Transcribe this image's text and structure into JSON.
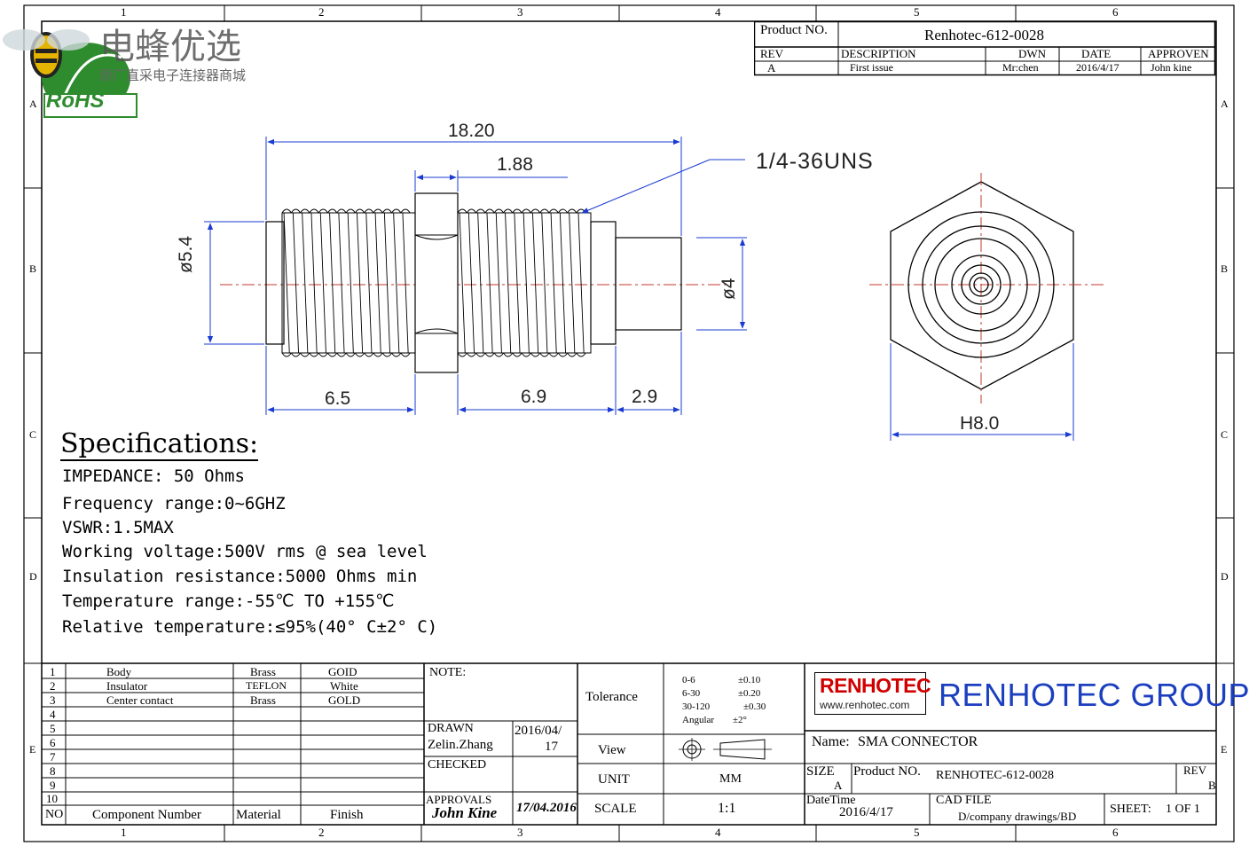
{
  "watermark": {
    "brand_cn": "电蜂优选",
    "subtitle_cn": "原厂直采电子连接器商城",
    "rohs": "RoHS"
  },
  "frame": {
    "col_labels": [
      "1",
      "2",
      "3",
      "4",
      "5",
      "6"
    ],
    "row_labels": [
      "A",
      "B",
      "C",
      "D",
      "E"
    ]
  },
  "title_block_top": {
    "product_no_label": "Product NO.",
    "product_no": "Renhotec-612-0028",
    "headers": [
      "REV",
      "DESCRIPTION",
      "DWN",
      "DATE",
      "APPROVEN"
    ],
    "row": [
      "A",
      "First issue",
      "Mr:chen",
      "2016/4/17",
      "John kine"
    ]
  },
  "dimensions": {
    "overall_length": "18.20",
    "nut_width": "1.88",
    "thread_spec": "1/4-36UNS",
    "outer_dia": "ø5.4",
    "pin_dia": "ø4",
    "left_len": "6.5",
    "mid_len": "6.9",
    "right_len": "2.9",
    "hex": "H8.0"
  },
  "specifications": {
    "title": "Specifications:",
    "lines": [
      "IMPEDANCE: 50 Ohms",
      "Frequency range:0~6GHZ",
      "VSWR:1.5MAX",
      "Working voltage:500V rms @ sea level",
      "Insulation resistance:5000 Ohms min",
      "Temperature range:-55℃ TO +155℃",
      "Relative temperature:≤95%(40° C±2° C)"
    ]
  },
  "bom": {
    "rows": [
      {
        "no": "1",
        "component": "Body",
        "material": "Brass",
        "finish": "GOID"
      },
      {
        "no": "2",
        "component": "Insulator",
        "material": "TEFLON",
        "finish": "White"
      },
      {
        "no": "3",
        "component": "Center contact",
        "material": "Brass",
        "finish": "GOLD"
      },
      {
        "no": "4",
        "component": "",
        "material": "",
        "finish": ""
      },
      {
        "no": "5",
        "component": "",
        "material": "",
        "finish": ""
      },
      {
        "no": "6",
        "component": "",
        "material": "",
        "finish": ""
      },
      {
        "no": "7",
        "component": "",
        "material": "",
        "finish": ""
      },
      {
        "no": "8",
        "component": "",
        "material": "",
        "finish": ""
      },
      {
        "no": "9",
        "component": "",
        "material": "",
        "finish": ""
      },
      {
        "no": "10",
        "component": "",
        "material": "",
        "finish": ""
      }
    ],
    "headers": [
      "NO",
      "Component Number",
      "Material",
      "Finish"
    ]
  },
  "notes": {
    "note_label": "NOTE:",
    "drawn_label": "DRAWN",
    "drawn_by": "Zelin.Zhang",
    "drawn_date_1": "2016/04/",
    "drawn_date_2": "17",
    "checked_label": "CHECKED",
    "approvals_label": "APPROVALS",
    "approver_sig": "John Kine",
    "approval_date": "17/04.2016"
  },
  "tolerance": {
    "label": "Tolerance",
    "rows": [
      [
        "0-6",
        "±0.10"
      ],
      [
        "6-30",
        "±0.20"
      ],
      [
        "30-120",
        "±0.30"
      ],
      [
        "Angular",
        "±2°"
      ]
    ],
    "view_label": "View",
    "unit_label": "UNIT",
    "unit_value": "MM",
    "scale_label": "SCALE",
    "scale_value": "1:1"
  },
  "company": {
    "logo_text": "RENHOTEC",
    "logo_url": "www.renhotec.com",
    "group_name": "RENHOTEC GROUP",
    "name_label": "Name:",
    "name_value": "SMA CONNECTOR",
    "size_label": "SIZE",
    "size_value": "A",
    "product_no_label": "Product NO.",
    "product_no_value": "RENHOTEC-612-0028",
    "rev_label": "REV",
    "rev_value": "B",
    "datetime_label": "DateTime",
    "datetime_value": "2016/4/17",
    "cad_label": "CAD FILE",
    "cad_value": "D/company drawings/BD",
    "sheet_label": "SHEET:",
    "sheet_value": "1 OF 1"
  },
  "colors": {
    "dimension": "#1a3bd1",
    "centerline": "#c0392b",
    "logo_red": "#d10000",
    "group_blue": "#1c3fbf",
    "rohs_green": "#2e8b2e"
  }
}
